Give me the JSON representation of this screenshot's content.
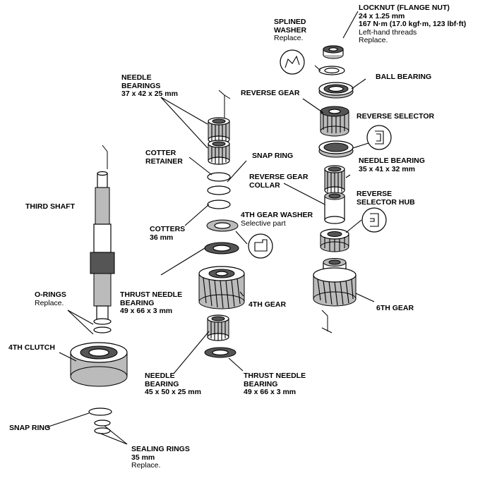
{
  "labels": {
    "locknut": {
      "title": "LOCKNUT (FLANGE NUT)",
      "line1": "24 x 1.25 mm",
      "line2": "167 N·m (17.0 kgf·m, 123 lbf·ft)",
      "line3": "Left-hand threads",
      "line4": "Replace."
    },
    "splined_washer": {
      "title1": "SPLINED",
      "title2": "WASHER",
      "note": "Replace."
    },
    "ball_bearing": {
      "title": "BALL BEARING"
    },
    "reverse_gear": {
      "title": "REVERSE GEAR"
    },
    "reverse_selector": {
      "title": "REVERSE SELECTOR"
    },
    "needle_bearings_top": {
      "title1": "NEEDLE",
      "title2": "BEARINGS",
      "size": "37 x 42 x 25 mm"
    },
    "cotter_retainer": {
      "title1": "COTTER",
      "title2": "RETAINER"
    },
    "snap_ring_mid": {
      "title": "SNAP RING"
    },
    "needle_bearing_right": {
      "title": "NEEDLE BEARING",
      "size": "35 x 41 x 32 mm"
    },
    "reverse_gear_collar": {
      "title1": "REVERSE GEAR",
      "title2": "COLLAR"
    },
    "reverse_selector_hub": {
      "title1": "REVERSE",
      "title2": "SELECTOR HUB"
    },
    "third_shaft": {
      "title": "THIRD SHAFT"
    },
    "fourth_gear_washer": {
      "title": "4TH GEAR WASHER",
      "note": "Selective part"
    },
    "cotters": {
      "title": "COTTERS",
      "size": "36 mm"
    },
    "o_rings": {
      "title": "O-RINGS",
      "note": "Replace."
    },
    "thrust_needle_bearing_upper": {
      "title1": "THRUST NEEDLE",
      "title2": "BEARING",
      "size": "49 x 66 x 3 mm"
    },
    "fourth_gear": {
      "title": "4TH GEAR"
    },
    "sixth_gear": {
      "title": "6TH GEAR"
    },
    "fourth_clutch": {
      "title": "4TH CLUTCH"
    },
    "needle_bearing_lower": {
      "title1": "NEEDLE",
      "title2": "BEARING",
      "size": "45 x 50 x 25 mm"
    },
    "thrust_needle_bearing_lower": {
      "title1": "THRUST NEEDLE",
      "title2": "BEARING",
      "size": "49 x 66 x 3 mm"
    },
    "snap_ring_bottom": {
      "title": "SNAP RING"
    },
    "sealing_rings": {
      "title": "SEALING RINGS",
      "size": "35 mm",
      "note": "Replace."
    }
  }
}
